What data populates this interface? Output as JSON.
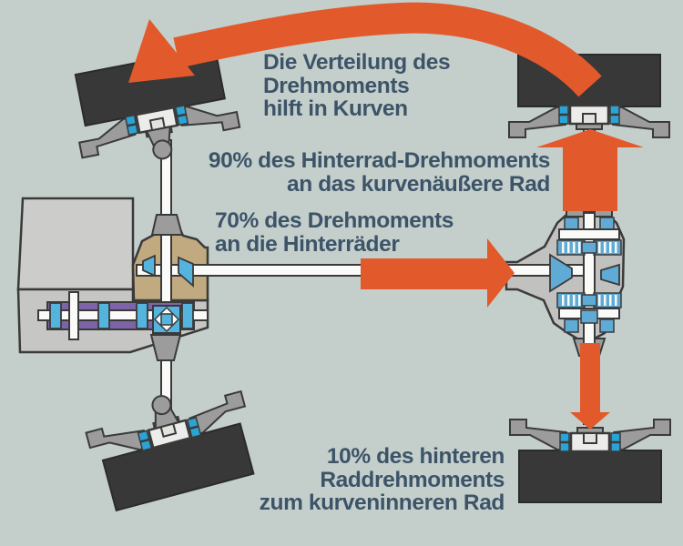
{
  "diagram": {
    "palette": {
      "background": "#c4cfcc",
      "arrow_orange": "#e25a2b",
      "label_text": "#3d5468",
      "tire_dark": "#383838",
      "machine_gray": "#c6c6c4",
      "engine_gray": "#cccccb",
      "hub_blue": "#2ba3d4",
      "gear_blue": "#54b4de",
      "clutch_blue": "#5fabd6",
      "gearbox_purple": "#7d64a8",
      "ptu_tan": "#c2aa80",
      "shaft_white": "#fafaf8",
      "outline": "#3a3a3a"
    },
    "labels": {
      "curve_note": {
        "lines": [
          "Die Verteilung des",
          "Drehmoments",
          "hilft in Kurven"
        ]
      },
      "outer_wheel": {
        "lines": [
          "90% des Hinterrad-Drehmoments",
          "an das kurvenäußere Rad"
        ]
      },
      "rear_axle": {
        "lines": [
          "70% des Drehmoments",
          "an die Hinterräder"
        ]
      },
      "inner_wheel": {
        "lines": [
          "10% des hinteren",
          "Raddrehmoments",
          "zum kurveninneren Rad"
        ]
      }
    }
  }
}
